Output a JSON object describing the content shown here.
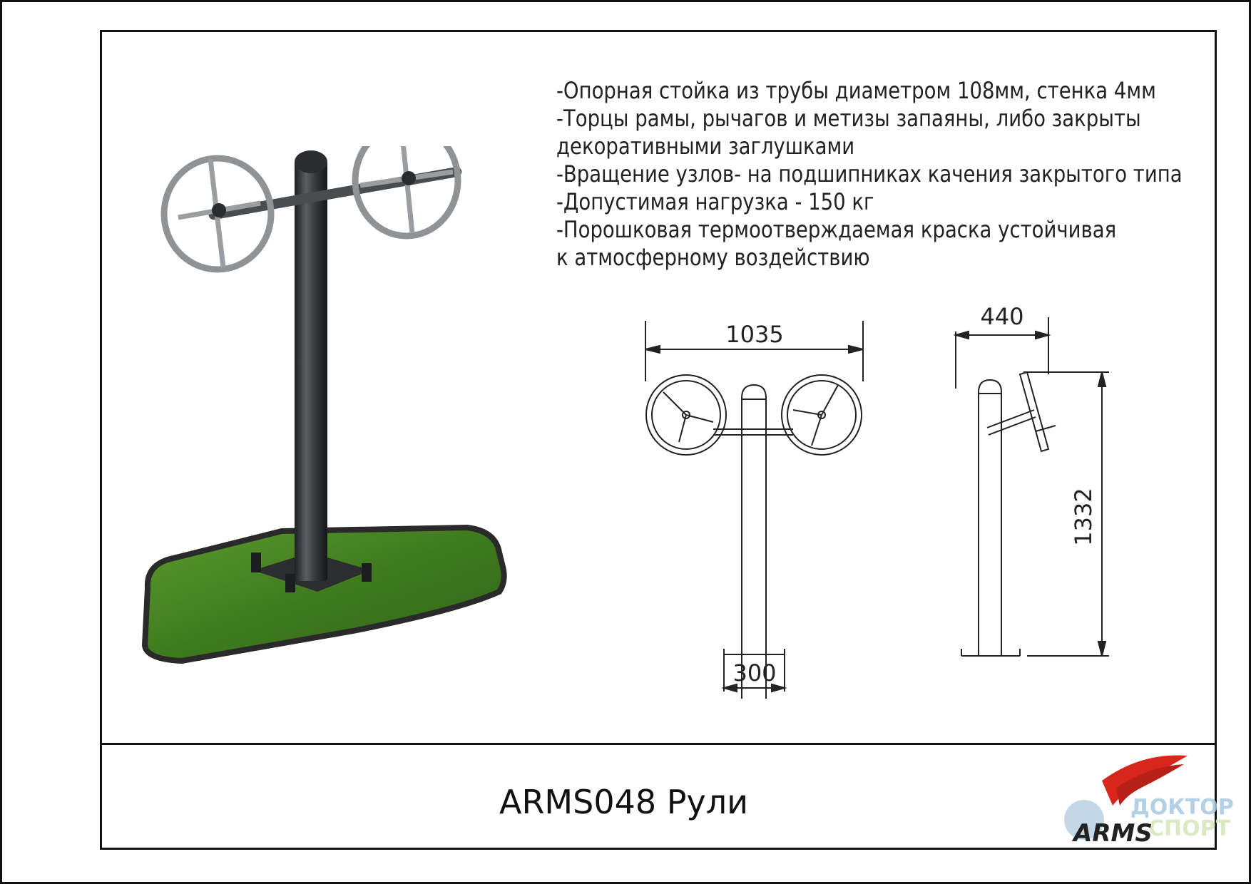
{
  "specs": [
    "-Опорная стойка из трубы диаметром 108мм, стенка 4мм",
    "-Торцы рамы, рычагов и метизы запаяны, либо закрыты",
    "декоративными заглушками",
    "-Вращение узлов- на подшипниках качения закрытого типа",
    "-Допустимая нагрузка - 150 кг",
    "-Порошковая термоотверждаемая краска устойчивая",
    "к атмосферному воздействию"
  ],
  "dimensions": {
    "width": "1035",
    "depth": "440",
    "height": "1332",
    "base": "300"
  },
  "title": "ARMS048 Рули",
  "logo": {
    "line1": "ДОКТОР",
    "line2": "СПОРТ",
    "brand": "ARMS"
  },
  "colors": {
    "grass": "#3f7a1f",
    "metal": "#3a3d40",
    "logo_red": "#d8261c"
  }
}
